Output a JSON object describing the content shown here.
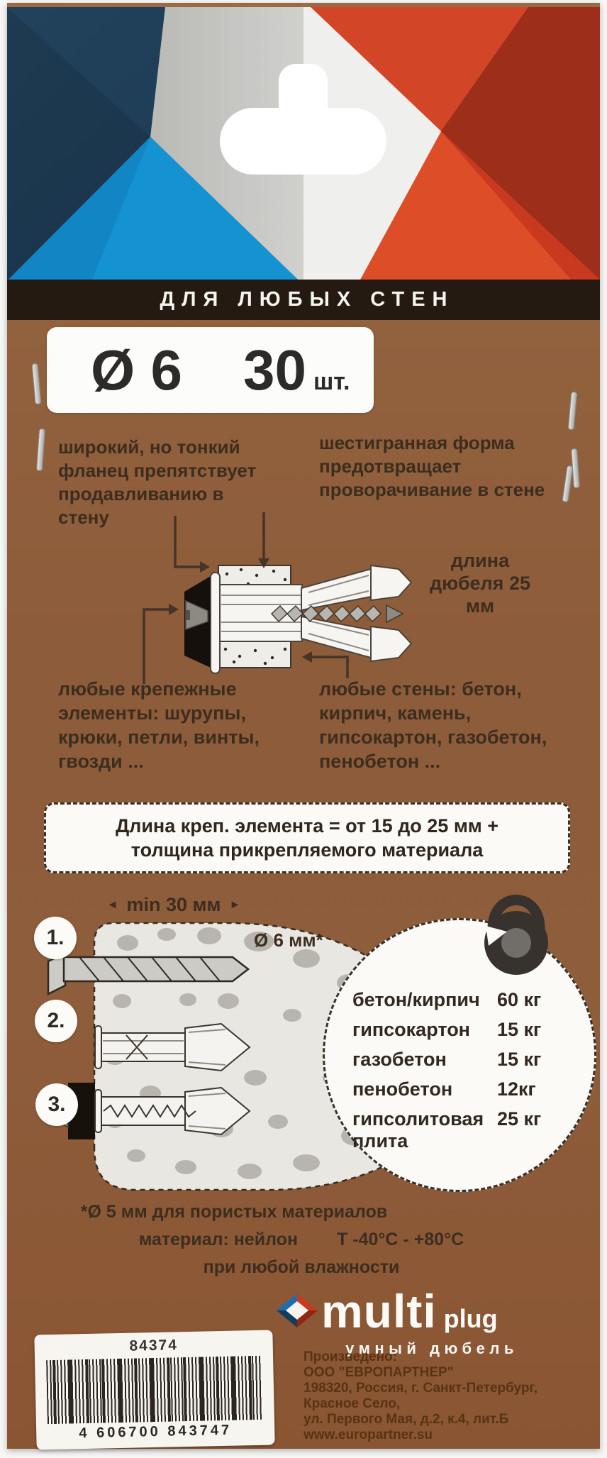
{
  "header": {
    "banner_text": "ДЛЯ ЛЮБЫХ СТЕН"
  },
  "product": {
    "diameter": "Ø 6",
    "quantity": "30",
    "quantity_unit": "шт."
  },
  "features": {
    "flange": "широкий, но тонкий фланец препятствует продавливанию в стену",
    "hex_shape": "шестигранная форма предотвращает проворачивание в стене",
    "dowel_length": "длина дюбеля 25 мм",
    "fasteners": "любые крепежные элементы: шурупы, крюки, петли, винты, гвозди ...",
    "walls": "любые стены: бетон, кирпич, камень, гипсокартон, газобетон, пенобетон ..."
  },
  "length_note": {
    "line1": "Длина креп. элемента = от 15 до 25 мм +",
    "line2": "толщина прикрепляемого материала"
  },
  "installation": {
    "min_depth": "min 30 мм",
    "arrow_left": "◄",
    "arrow_right": "►",
    "hole_diameter": "Ø 6 мм*",
    "steps": [
      "1.",
      "2.",
      "3."
    ]
  },
  "load_table": {
    "rows": [
      {
        "material": "бетон/кирпич",
        "load": "60 кг"
      },
      {
        "material": "гипсокартон",
        "load": "15 кг"
      },
      {
        "material": "газобетон",
        "load": "15 кг"
      },
      {
        "material": "пенобетон",
        "load": "12кг"
      },
      {
        "material": "гипсолитовая плита",
        "load": "25 кг"
      }
    ]
  },
  "footnotes": {
    "porous": "*Ø 5 мм для пористых материалов",
    "material": "материал: нейлон",
    "temperature": "Т  -40°С - +80°С",
    "humidity": "при любой влажности"
  },
  "brand": {
    "name_main": "multi",
    "name_suffix": "plug",
    "tagline": "умный дюбель"
  },
  "barcode": {
    "sku": "84374",
    "ean": "4 606700 843747"
  },
  "manufacturer": {
    "lines": [
      "Произведено:",
      "ООО \"ЕВРОПАРТНЕР\"",
      "198320, Россия, г. Санкт-Петербург,",
      "Красное Село,",
      "ул. Первого Мая, д.2, к.4, лит.Б",
      "www.europartner.su"
    ]
  },
  "colors": {
    "card_brown": "#8e5d3b",
    "banner_bg": "#241a12",
    "accent_blue": "#1592d2",
    "accent_navy": "#1e3c55",
    "accent_red": "#c8391f",
    "accent_maroon": "#9c2e1a",
    "silver": "#d8d8d6",
    "text_dark": "#3d2d1f",
    "white_box": "#fcfcfa"
  }
}
